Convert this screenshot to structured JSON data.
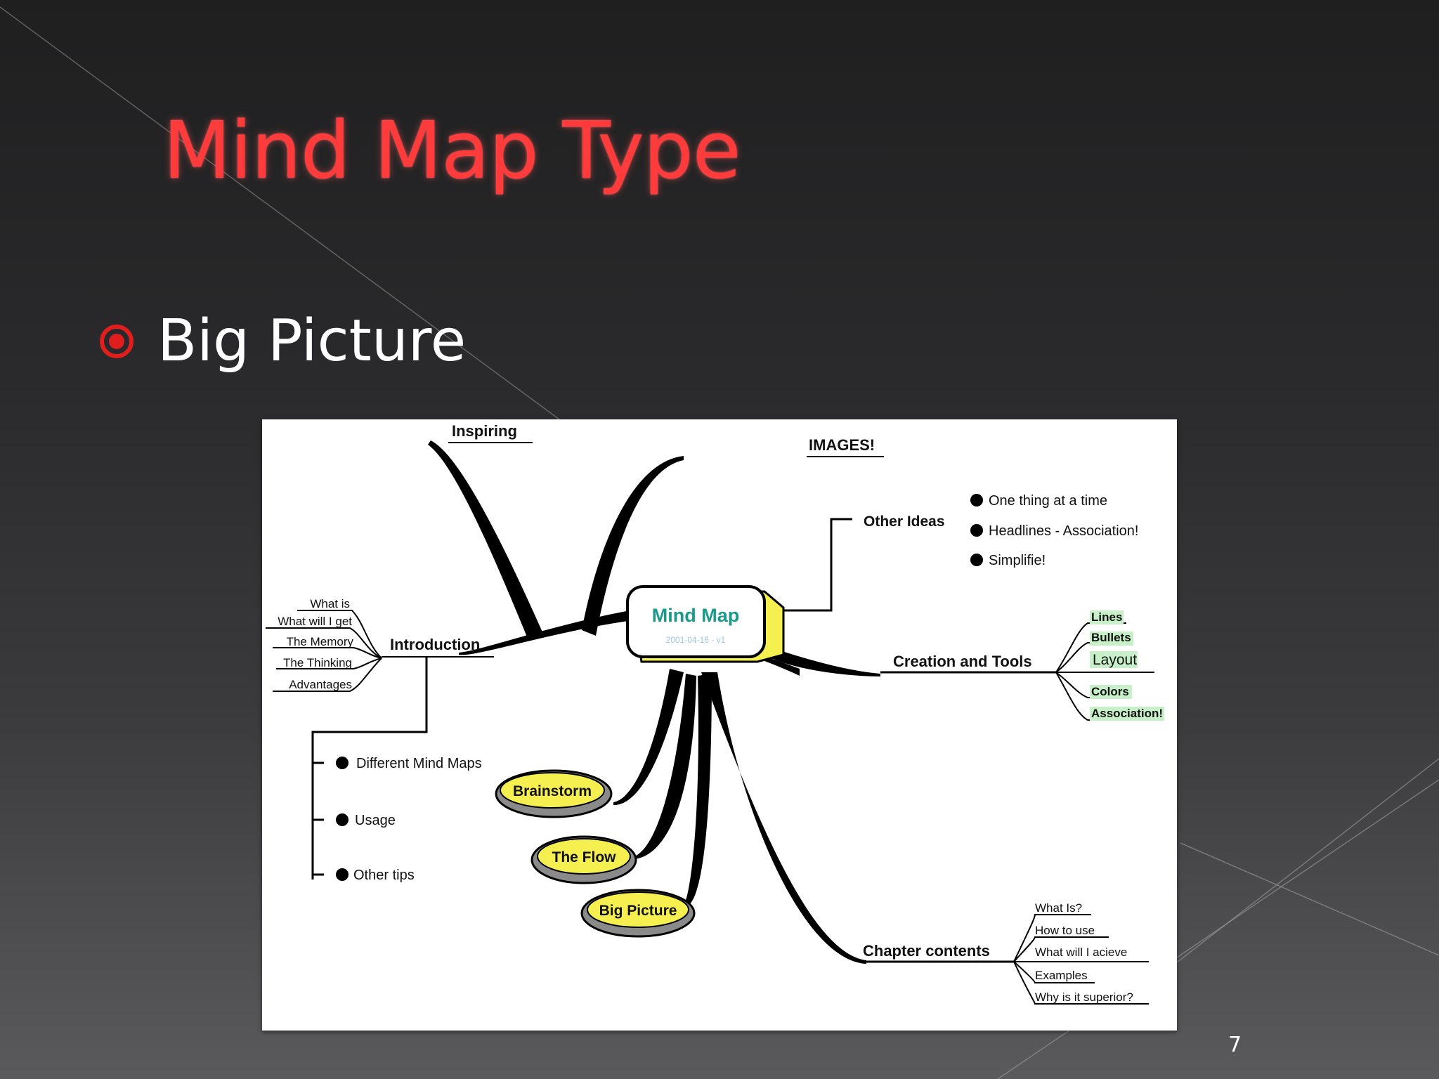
{
  "slide": {
    "title": "Mind Map Type",
    "bullet": "Big Picture",
    "page_number": "7"
  },
  "mindmap": {
    "center": {
      "title": "Mind Map",
      "subtitle": "2001-04-16 - v1"
    },
    "branches": {
      "inspiring": "Inspiring",
      "images": "IMAGES!",
      "other_ideas": {
        "label": "Other Ideas",
        "items": [
          "One thing at a time",
          "Headlines - Association!",
          "Simplifie!"
        ]
      },
      "creation_tools": {
        "label": "Creation and Tools",
        "items": [
          "Lines",
          "Bullets",
          "Layout",
          "Colors",
          "Association!"
        ]
      },
      "introduction": {
        "label": "Introduction",
        "items": [
          "What is",
          "What will I get",
          "The Memory",
          "The Thinking",
          "Advantages"
        ],
        "sub_items": [
          "Different Mind Maps",
          "Usage",
          "Other tips"
        ]
      },
      "bubbles": [
        "Brainstorm",
        "The Flow",
        "Big Picture"
      ],
      "chapter_contents": {
        "label": "Chapter contents",
        "items": [
          "What Is?",
          "How to use",
          "What will I acieve",
          "Examples",
          "Why is it superior?"
        ]
      }
    }
  },
  "colors": {
    "title": "#ff3b3b",
    "bullet": "#e01e1e",
    "bubble_fill": "#f5f050",
    "center_text": "#1a9a8a",
    "tag_fill": "#c8f0c8"
  }
}
